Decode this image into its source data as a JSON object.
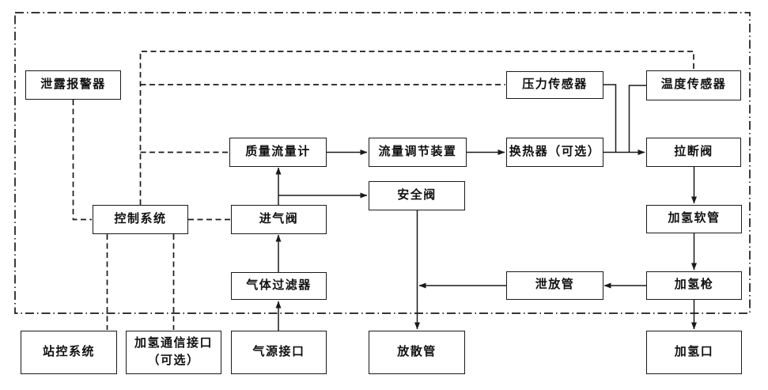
{
  "diagram_type": "flowchart",
  "language": "zh-CN",
  "colors": {
    "background": "#ffffff",
    "line": "#1a1a1a",
    "box_border": "#1a1a1a",
    "box_fill": "#ffffff",
    "text": "#111111"
  },
  "nodes": {
    "leak_alarm": {
      "label": "泄露报警器"
    },
    "pressure_sensor": {
      "label": "压力传感器"
    },
    "temperature_sensor": {
      "label": "温度传感器"
    },
    "mass_flow_meter": {
      "label": "质量流量计"
    },
    "flow_regulator": {
      "label": "流量调节装置"
    },
    "heat_exchanger": {
      "label": "换热器（可选）"
    },
    "breakaway_valve": {
      "label": "拉断阀"
    },
    "control_system": {
      "label": "控制系统"
    },
    "intake_valve": {
      "label": "进气阀"
    },
    "safety_valve": {
      "label": "安全阀"
    },
    "hydrogen_hose": {
      "label": "加氢软管"
    },
    "gas_filter": {
      "label": "气体过滤器"
    },
    "vent_pipe": {
      "label": "泄放管"
    },
    "hydrogen_nozzle": {
      "label": "加氢枪"
    },
    "station_control": {
      "label": "站控系统"
    },
    "comm_interface": {
      "label_line1": "加氢通信接口",
      "label_line2": "（可选）"
    },
    "gas_source_port": {
      "label": "气源接口"
    },
    "discharge_pipe": {
      "label": "放散管"
    },
    "hydrogen_fill_port": {
      "label": "加氢口"
    }
  },
  "edges": [
    {
      "from": "气源接口",
      "to": "气体过滤器",
      "style": "solid-arrow"
    },
    {
      "from": "气体过滤器",
      "to": "进气阀",
      "style": "solid-arrow"
    },
    {
      "from": "进气阀",
      "to": "质量流量计",
      "style": "solid-arrow"
    },
    {
      "from": "进气阀",
      "to": "安全阀",
      "style": "solid-arrow"
    },
    {
      "from": "质量流量计",
      "to": "流量调节装置",
      "style": "solid-arrow"
    },
    {
      "from": "流量调节装置",
      "to": "换热器（可选）",
      "style": "solid-arrow"
    },
    {
      "from": "换热器（可选）",
      "to": "拉断阀",
      "style": "solid-arrow"
    },
    {
      "from": "压力传感器",
      "to": "换热器-拉断阀管路",
      "style": "solid-tap"
    },
    {
      "from": "温度传感器",
      "to": "换热器-拉断阀管路",
      "style": "solid-tap"
    },
    {
      "from": "拉断阀",
      "to": "加氢软管",
      "style": "solid-arrow"
    },
    {
      "from": "加氢软管",
      "to": "加氢枪",
      "style": "solid-arrow"
    },
    {
      "from": "加氢枪",
      "to": "加氢口",
      "style": "solid-arrow"
    },
    {
      "from": "加氢枪",
      "to": "泄放管",
      "style": "solid-arrow"
    },
    {
      "from": "泄放管",
      "to": "安全阀-放散管管路",
      "style": "solid-arrow"
    },
    {
      "from": "安全阀",
      "to": "放散管",
      "style": "solid-arrow"
    },
    {
      "from": "泄露报警器",
      "to": "控制系统",
      "style": "dashed"
    },
    {
      "from": "控制系统",
      "to": "进气阀",
      "style": "dashed"
    },
    {
      "from": "控制系统",
      "to": "质量流量计",
      "style": "dashed"
    },
    {
      "from": "控制系统",
      "to": "压力传感器",
      "style": "dashed"
    },
    {
      "from": "控制系统",
      "to": "温度传感器",
      "style": "dashed"
    },
    {
      "from": "控制系统",
      "to": "站控系统",
      "style": "dashed"
    },
    {
      "from": "控制系统",
      "to": "加氢通信接口（可选）",
      "style": "dashed"
    }
  ]
}
